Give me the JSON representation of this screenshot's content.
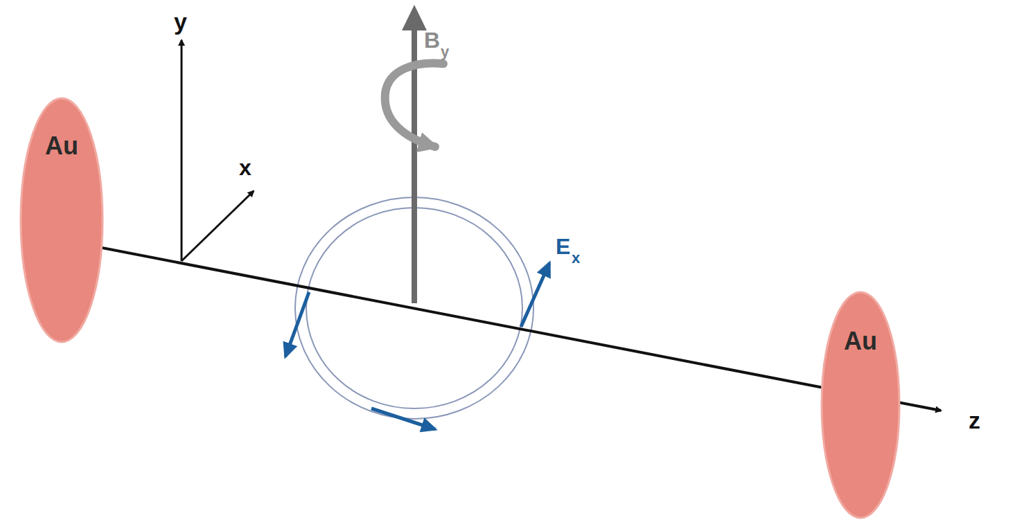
{
  "diagram": {
    "nodes": [
      {
        "text": [
          "Au"
        ]
      },
      {
        "text": [
          "Au"
        ]
      }
    ],
    "labels": [
      "y",
      "x",
      "B",
      "y",
      "E",
      "x",
      "z"
    ]
  }
}
